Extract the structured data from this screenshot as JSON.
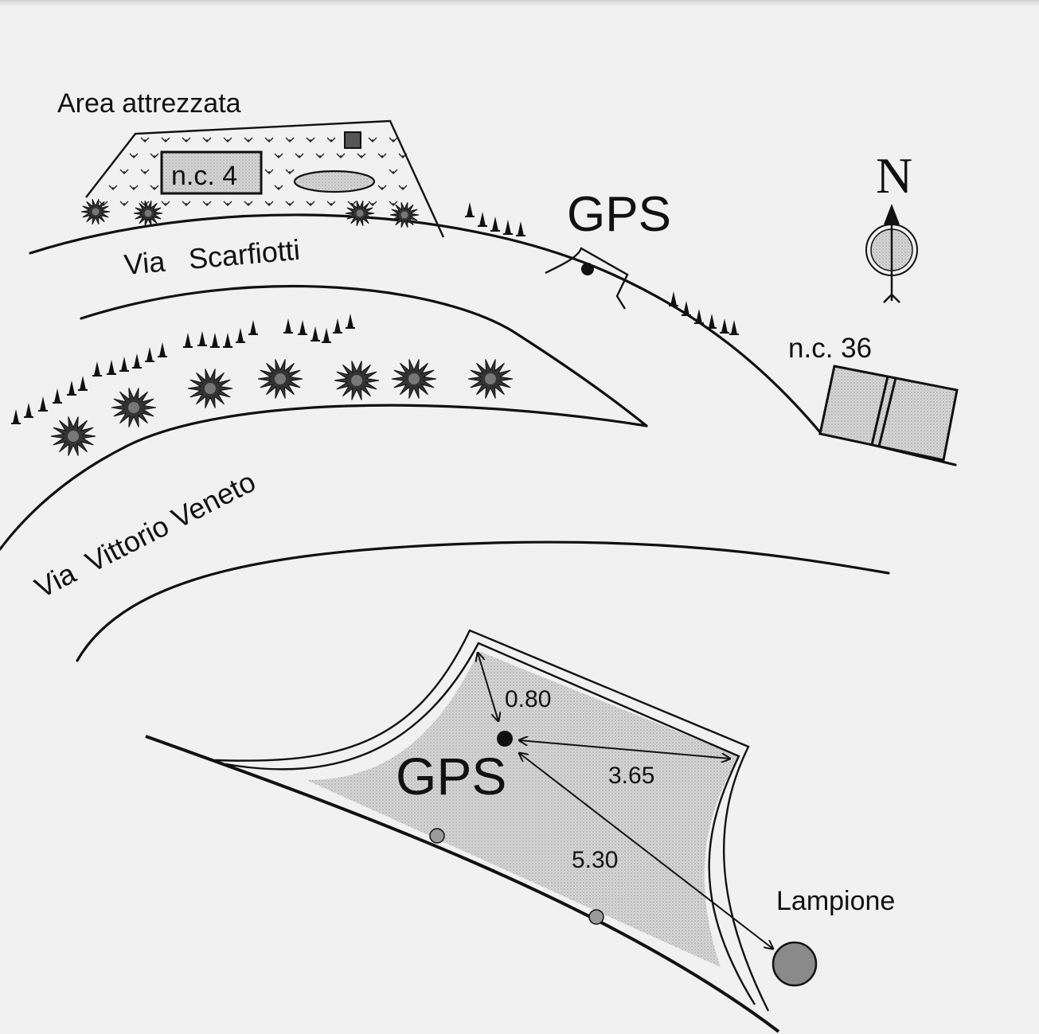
{
  "map": {
    "labels": {
      "area_attrezzata": "Area attrezzata",
      "nc4": "n.c. 4",
      "via_scarfiotti": "Via   Scarfiotti",
      "gps_top": "GPS",
      "north": "N",
      "nc36": "n.c. 36",
      "via_vittorio_veneto": "Via  Vittorio Veneto",
      "gps_bottom": "GPS",
      "dist_080": "0.80",
      "dist_365": "3.65",
      "dist_530": "5.30",
      "lampione": "Lampione"
    },
    "colors": {
      "ink": "#111111",
      "paper": "#f1f1f1",
      "fill_gray": "#cdcdcd",
      "lamp_gray": "#8a8a8a"
    },
    "icons": [
      "grass-tuft-icon",
      "shrub-icon",
      "tree-cone-icon",
      "north-arrow-icon",
      "gps-marker-icon",
      "lamp-post-icon"
    ]
  }
}
